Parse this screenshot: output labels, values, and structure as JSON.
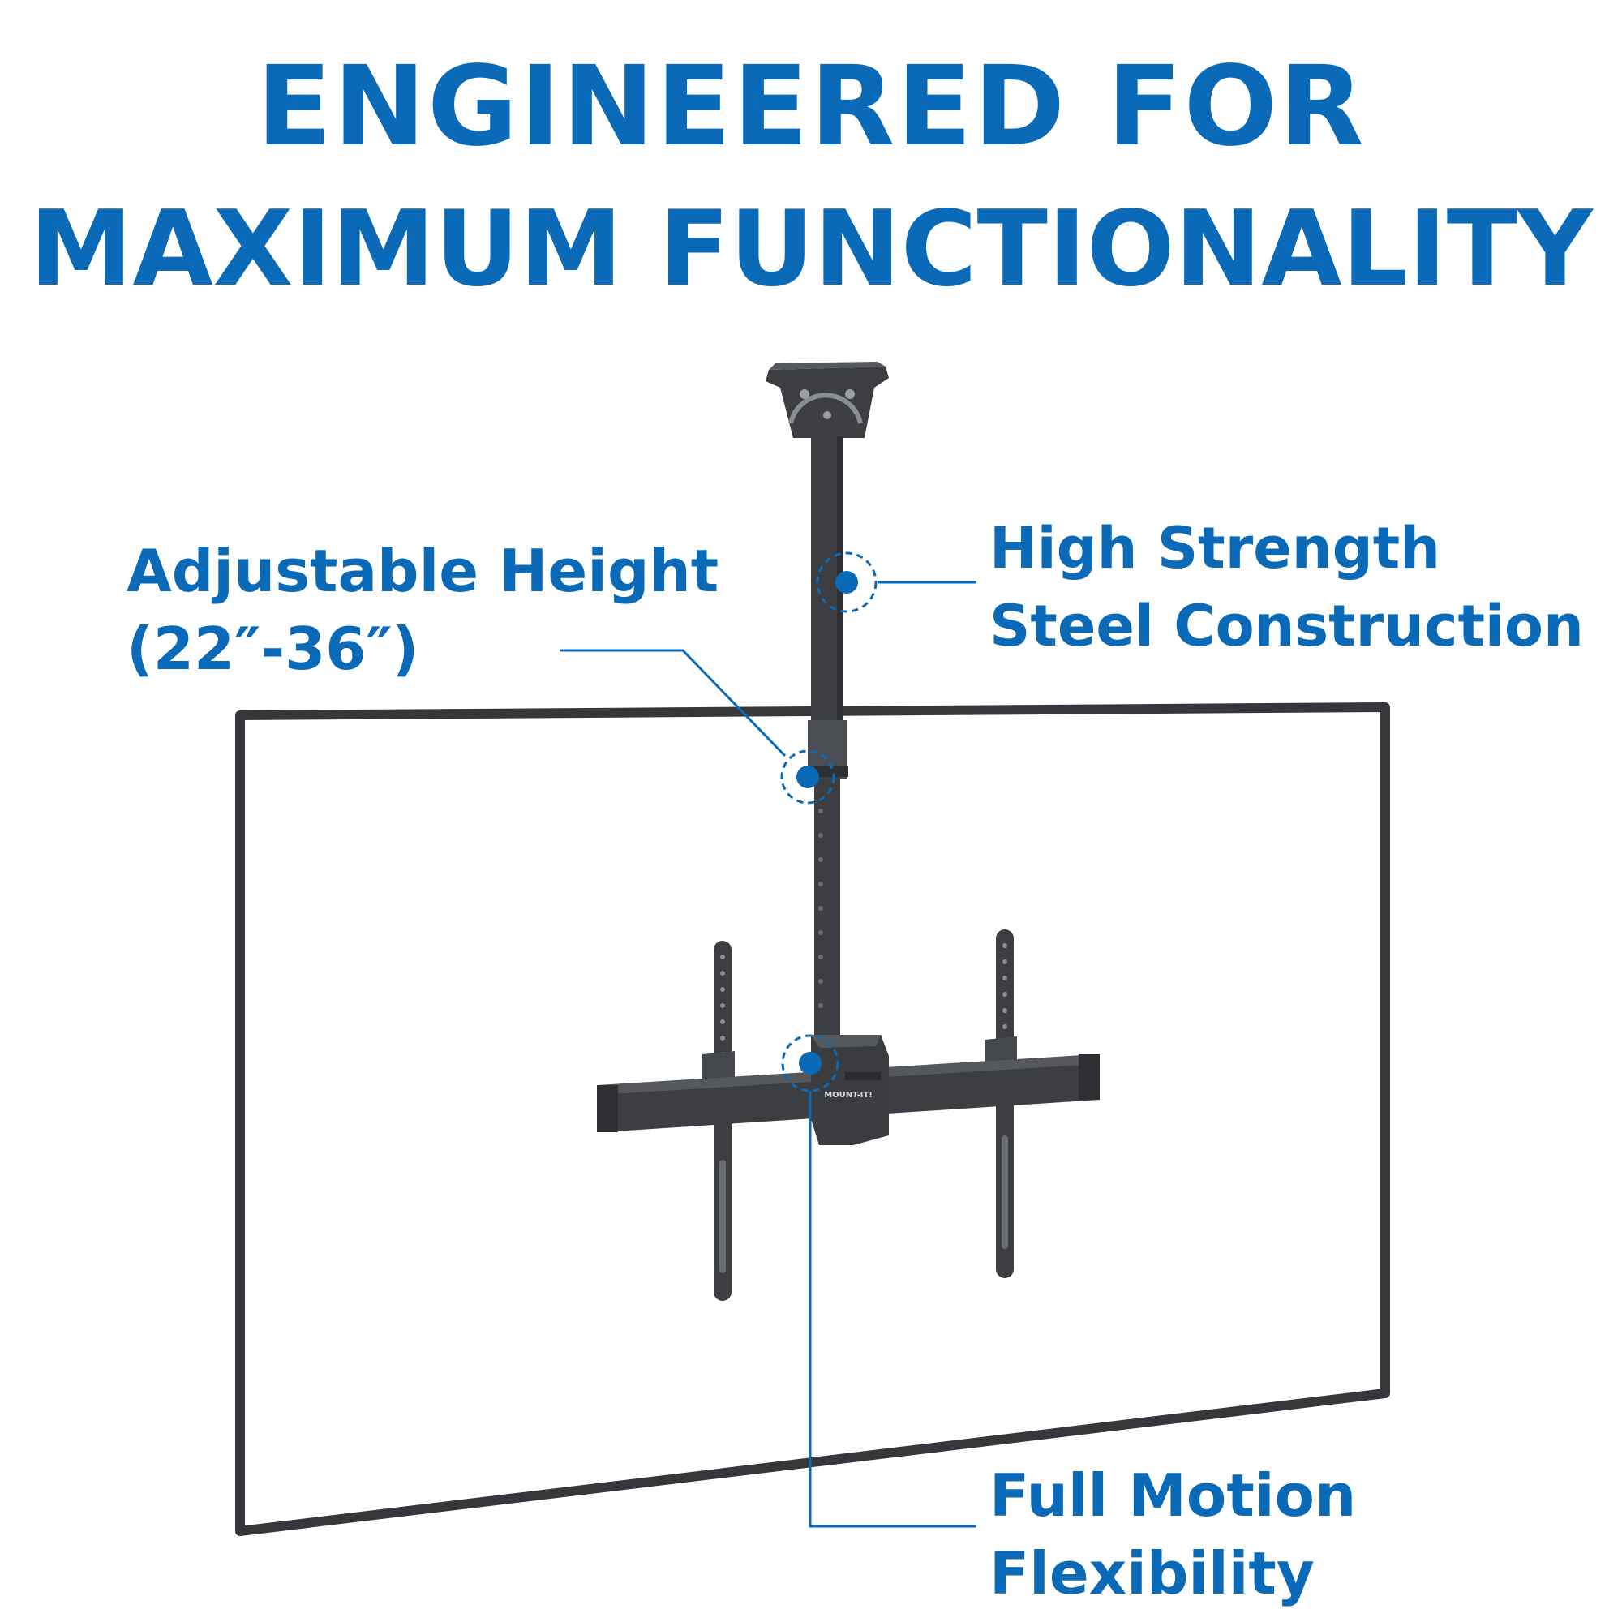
{
  "headline": {
    "line1": "ENGINEERED FOR",
    "line2": "MAXIMUM FUNCTIONALITY"
  },
  "callouts": {
    "adjustable_height": {
      "line1": "Adjustable Height",
      "line2": "(22″-36″)"
    },
    "steel": {
      "line1": "High Strength",
      "line2": "Steel Construction"
    },
    "motion": {
      "line1": "Full Motion",
      "line2": "Flexibility"
    }
  },
  "brand_label": "MOUNT-IT!",
  "colors": {
    "accent": "#0a6ab7",
    "metal": "#3c3e42",
    "frame": "#35373a",
    "background": "#ffffff"
  }
}
